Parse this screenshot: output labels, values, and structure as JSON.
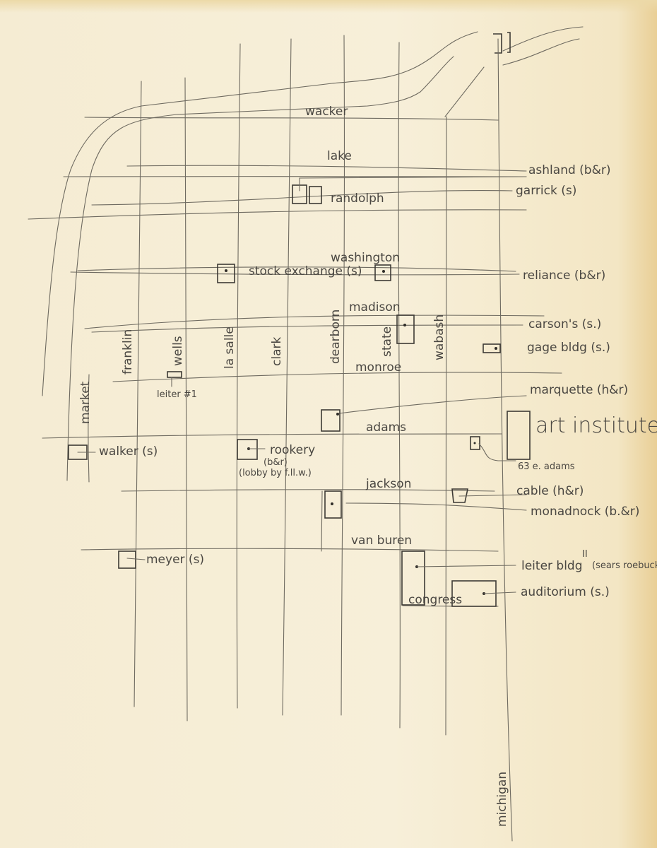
{
  "map": {
    "streets_horizontal": [
      "wacker",
      "lake",
      "randolph",
      "washington",
      "madison",
      "monroe",
      "adams",
      "jackson",
      "van buren",
      "congress"
    ],
    "streets_vertical": [
      "market",
      "franklin",
      "wells",
      "la salle",
      "clark",
      "dearborn",
      "state",
      "wabash",
      "michigan"
    ],
    "buildings": [
      {
        "label": "ashland (b&r)"
      },
      {
        "label": "garrick (s)"
      },
      {
        "label": "stock exchange (s)"
      },
      {
        "label": "reliance (b&r)"
      },
      {
        "label": "carson's (s.)"
      },
      {
        "label": "gage bldg (s.)"
      },
      {
        "label": "leiter #1"
      },
      {
        "label": "marquette (h&r)"
      },
      {
        "label": "art institute"
      },
      {
        "label": "walker (s)"
      },
      {
        "label": "rookery"
      },
      {
        "label": "(b&r)"
      },
      {
        "label": "(lobby by f.ll.w.)"
      },
      {
        "label": "63 e. adams"
      },
      {
        "label": "cable (h&r)"
      },
      {
        "label": "monadnock (b.&r)"
      },
      {
        "label": "meyer (s)"
      },
      {
        "label": "leiter bldg"
      },
      {
        "label": "II"
      },
      {
        "label": "(sears roebuck"
      },
      {
        "label": "auditorium (s.)"
      }
    ],
    "pencil_color": "#6e6a60",
    "paper_color": "#f6eed6"
  }
}
